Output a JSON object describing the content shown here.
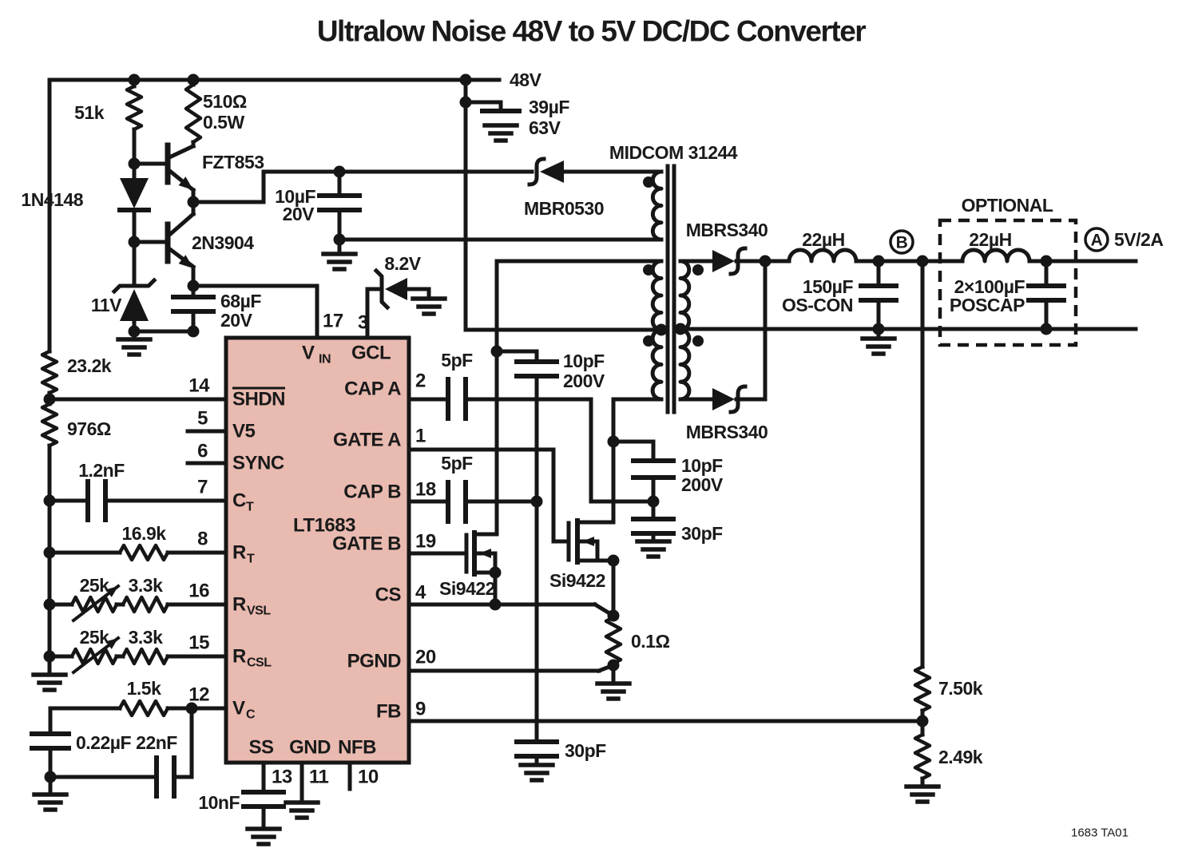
{
  "colors": {
    "wire": "#161616",
    "ic_fill": "#e9bab0",
    "ic_stroke": "#161616",
    "text": "#1a1a1a"
  },
  "title": "Ultralow Noise 48V to 5V DC/DC Converter",
  "power": {
    "input_rail": "48V",
    "output": "5V/2A",
    "node_a": "A",
    "node_b": "B",
    "optional": "OPTIONAL"
  },
  "ic": {
    "name": "LT1683",
    "pins": {
      "vin": {
        "num": "17",
        "label": "V",
        "sub": "IN"
      },
      "gcl": {
        "num": "3",
        "label": "GCL"
      },
      "shdn": {
        "num": "14",
        "label": "SHDN"
      },
      "v5": {
        "num": "5",
        "label": "V5"
      },
      "sync": {
        "num": "6",
        "label": "SYNC"
      },
      "ct": {
        "num": "7",
        "label": "C",
        "sub": "T"
      },
      "rt": {
        "num": "8",
        "label": "R",
        "sub": "T"
      },
      "rvsl": {
        "num": "16",
        "label": "R",
        "sub": "VSL"
      },
      "rcsl": {
        "num": "15",
        "label": "R",
        "sub": "CSL"
      },
      "vc": {
        "num": "12",
        "label": "V",
        "sub": "C"
      },
      "ss": {
        "num": "13",
        "label": "SS"
      },
      "gnd": {
        "num": "11",
        "label": "GND"
      },
      "nfb": {
        "num": "10",
        "label": "NFB"
      },
      "cap_a": {
        "num": "2",
        "label": "CAP A"
      },
      "gate_a": {
        "num": "1",
        "label": "GATE A"
      },
      "cap_b": {
        "num": "18",
        "label": "CAP B"
      },
      "gate_b": {
        "num": "19",
        "label": "GATE B"
      },
      "cs": {
        "num": "4",
        "label": "CS"
      },
      "pgnd": {
        "num": "20",
        "label": "PGND"
      },
      "fb": {
        "num": "9",
        "label": "FB"
      }
    }
  },
  "components": {
    "r_51k": "51k",
    "r_510": "510Ω",
    "r_510_w": "0.5W",
    "q_fzt853": "FZT853",
    "d_1n4148": "1N4148",
    "q_2n3904": "2N3904",
    "z_11v": "11V",
    "c_68uf": "68µF",
    "c_68uf_v": "20V",
    "r_23_2k": "23.2k",
    "r_976": "976Ω",
    "c_1_2nf": "1.2nF",
    "r_16_9k": "16.9k",
    "r_25k_a": "25k",
    "r_3_3k_a": "3.3k",
    "r_25k_b": "25k",
    "r_3_3k_b": "3.3k",
    "r_1_5k": "1.5k",
    "c_0_22uf": "0.22µF",
    "c_22nf": "22nF",
    "c_10nf": "10nF",
    "c_10uf": "10µF",
    "c_10uf_v": "20V",
    "z_8_2v": "8.2V",
    "c_39uf": "39µF",
    "c_39uf_v": "63V",
    "d_mbr0530": "MBR0530",
    "t_midcom": "MIDCOM 31244",
    "d_mbrs340_a": "MBRS340",
    "d_mbrs340_b": "MBRS340",
    "c_5pf_a": "5pF",
    "c_5pf_b": "5pF",
    "c_10pf_a": "10pF",
    "c_10pf_a_v": "200V",
    "c_10pf_b": "10pF",
    "c_10pf_b_v": "200V",
    "c_30pf_a": "30pF",
    "c_30pf_b": "30pF",
    "m_si9422_a": "Si9422",
    "m_si9422_b": "Si9422",
    "r_sense": "0.1Ω",
    "r_7_50k": "7.50k",
    "r_2_49k": "2.49k",
    "l_22uh_a": "22µH",
    "l_22uh_b": "22µH",
    "c_150uf": "150µF",
    "c_150uf_type": "OS-CON",
    "c_poscap": "2×100µF",
    "c_poscap_type": "POSCAP"
  },
  "footer": {
    "doc_id": "1683 TA01"
  }
}
